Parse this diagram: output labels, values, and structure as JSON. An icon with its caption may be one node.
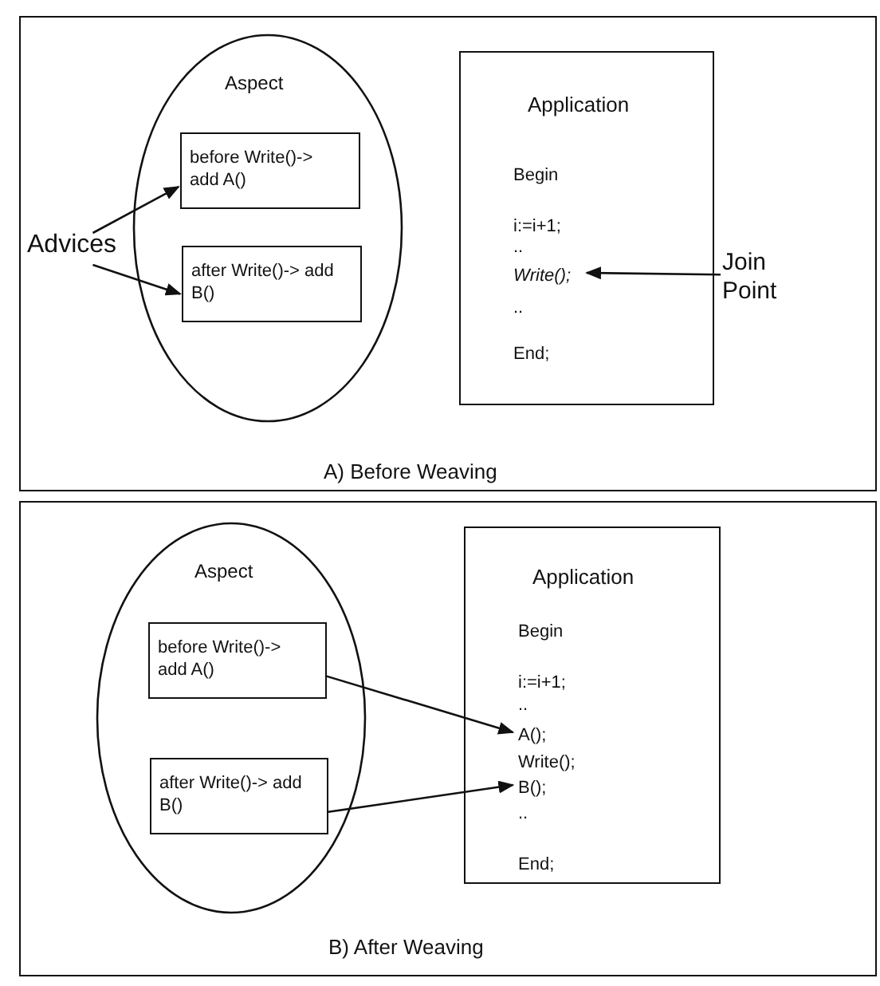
{
  "diagram": {
    "nodes": [
      {
        "text": [
          "A) Before Weaving"
        ]
      },
      {
        "text": [
          "Aspect"
        ],
        "in": 0
      },
      {
        "text": [
          "before Write()-> add A()"
        ],
        "in": 1
      },
      {
        "text": [
          "after Write()-> add B()"
        ],
        "in": 1
      },
      {
        "text": [
          "Application",
          "Begin",
          "i:=i+1;",
          "..",
          "..",
          "End;"
        ],
        "in": 0
      },
      {
        "text": [
          "Write();"
        ],
        "in": 4
      },
      {
        "text": [
          "Advices"
        ],
        "in": 0
      },
      {
        "text": [
          "Join Point"
        ],
        "in": 0
      },
      {
        "text": [
          "B) After Weaving"
        ]
      },
      {
        "text": [
          "Aspect"
        ],
        "in": 8
      },
      {
        "text": [
          "before Write()-> add A()"
        ],
        "in": 9
      },
      {
        "text": [
          "after Write()-> add B()"
        ],
        "in": 9
      },
      {
        "text": [
          "Application",
          "Begin",
          "i:=i+1;",
          "..",
          "Write();",
          "..",
          "End;"
        ],
        "in": 8
      },
      {
        "text": [
          "A();"
        ],
        "in": 12
      },
      {
        "text": [
          "B();"
        ],
        "in": 12
      }
    ],
    "edges": [
      {
        "from": 6,
        "to": 2,
        "arrow": "to"
      },
      {
        "from": 6,
        "to": 3,
        "arrow": "to"
      },
      {
        "from": 7,
        "to": 5,
        "arrow": "to"
      },
      {
        "from": 10,
        "to": 13,
        "arrow": "to"
      },
      {
        "from": 11,
        "to": 14,
        "arrow": "to"
      }
    ]
  }
}
